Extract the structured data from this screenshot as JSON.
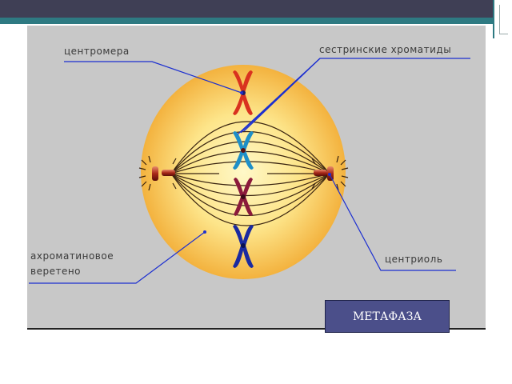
{
  "labels": {
    "centromere": "центромера",
    "sister_chromatids": "сестринские хроматиды",
    "achromatin_spindle_line1": "ахроматиновое",
    "achromatin_spindle_line2": "веретено",
    "centriole": "центриоль"
  },
  "phase": "МЕТАФАЗА",
  "colors": {
    "cell_center": "#fff4b0",
    "cell_edge": "#f3b23e",
    "background": "#c8c8c8",
    "leader_lines": "#1c2fd0",
    "chromosome_red": "#d9321f",
    "chromosome_blue": "#1e8fc8",
    "chromosome_maroon": "#8b1a3b",
    "chromosome_navy": "#1a2aa0",
    "phase_box": "#4b4f8a"
  }
}
